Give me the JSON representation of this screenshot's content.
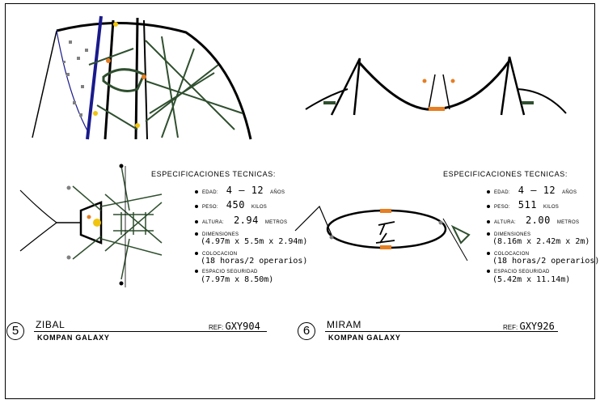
{
  "spec_header": "ESPECIFICACIONES TECNICAS:",
  "products": [
    {
      "number": "5",
      "name": "ZIBAL",
      "ref_label": "REF:",
      "ref_value": "GXY904",
      "brand": "KOMPAN GALAXY",
      "edad_label": "EDAD:",
      "edad_value": "4 – 12",
      "edad_unit": "AÑOS",
      "peso_label": "PESO:",
      "peso_value": "450",
      "peso_unit": "KILOS",
      "altura_label": "ALTURA:",
      "altura_value": "2.94",
      "altura_unit": "METROS",
      "dimensiones_label": "DIMENSIONES",
      "dimensiones_value": "(4.97m x 5.5m x 2.94m)",
      "colocacion_label": "COLOCACION",
      "colocacion_value": "(18 horas/2 operarios)",
      "espacio_label": "ESPACIO SEGURIDAD",
      "espacio_value": "(7.97m x 8.50m)"
    },
    {
      "number": "6",
      "name": "MIRAM",
      "ref_label": "REF:",
      "ref_value": "GXY926",
      "brand": "KOMPAN GALAXY",
      "edad_label": "EDAD:",
      "edad_value": "4 – 12",
      "edad_unit": "AÑOS",
      "peso_label": "PESO:",
      "peso_value": "511",
      "peso_unit": "KILOS",
      "altura_label": "ALTURA:",
      "altura_value": "2.00",
      "altura_unit": "METROS",
      "dimensiones_label": "DIMENSIONES",
      "dimensiones_value": "(8.16m x 2.42m x 2m)",
      "colocacion_label": "COLOCACION",
      "colocacion_value": "(18 horas/2 operarios)",
      "espacio_label": "ESPACIO SEGURIDAD",
      "espacio_value": "(5.42m x 11.14m)"
    }
  ],
  "colors": {
    "line": "#000000",
    "net": "#2f4f2f",
    "accent_orange": "#e67e22",
    "accent_yellow": "#f1c40f",
    "panel_blue": "#1a1a8c",
    "grey": "#808080"
  }
}
